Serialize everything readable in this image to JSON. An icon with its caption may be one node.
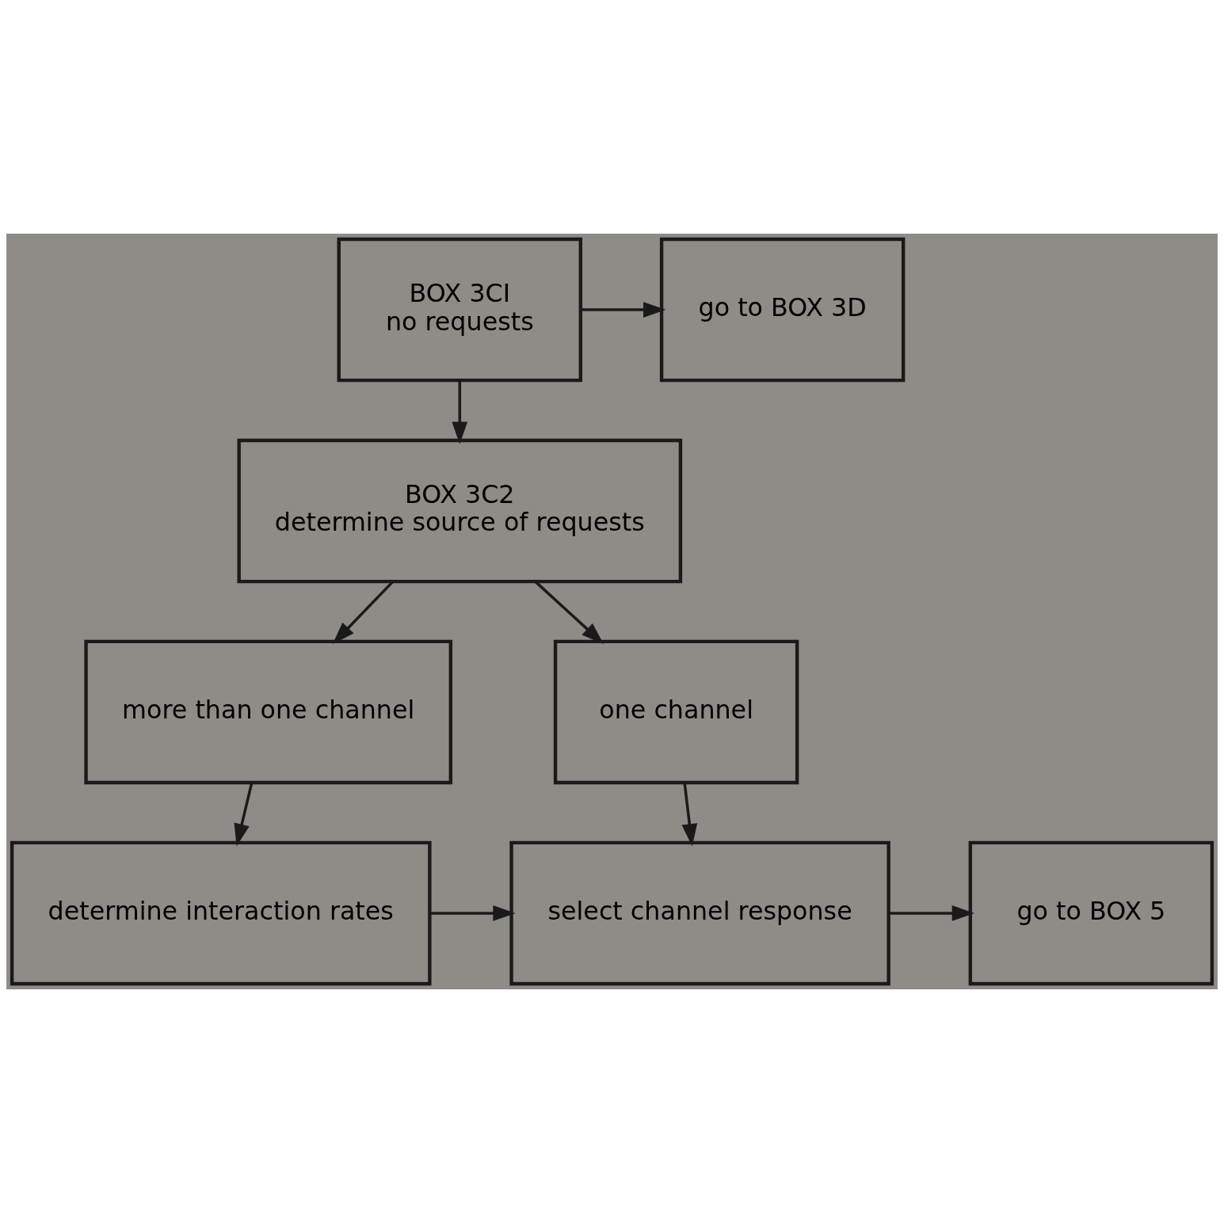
{
  "diagram": {
    "nodes": [
      {
        "text": [
          "BOX 3CI",
          "no requests"
        ]
      },
      {
        "text": [
          "go to BOX 3D"
        ]
      },
      {
        "text": [
          "BOX 3C2",
          "determine source of requests"
        ]
      },
      {
        "text": [
          "more than one channel"
        ]
      },
      {
        "text": [
          "one channel"
        ]
      },
      {
        "text": [
          "determine interaction rates"
        ]
      },
      {
        "text": [
          "select channel response"
        ]
      },
      {
        "text": [
          "go to BOX 5"
        ]
      }
    ],
    "edges": [
      {
        "from": 0,
        "to": 1,
        "arrow": "to"
      },
      {
        "from": 0,
        "to": 2,
        "arrow": "to"
      },
      {
        "from": 2,
        "to": 3,
        "arrow": "to"
      },
      {
        "from": 2,
        "to": 4,
        "arrow": "to"
      },
      {
        "from": 3,
        "to": 5,
        "arrow": "to"
      },
      {
        "from": 4,
        "to": 6,
        "arrow": "to"
      },
      {
        "from": 5,
        "to": 6,
        "arrow": "to"
      },
      {
        "from": 6,
        "to": 7,
        "arrow": "to"
      }
    ]
  }
}
